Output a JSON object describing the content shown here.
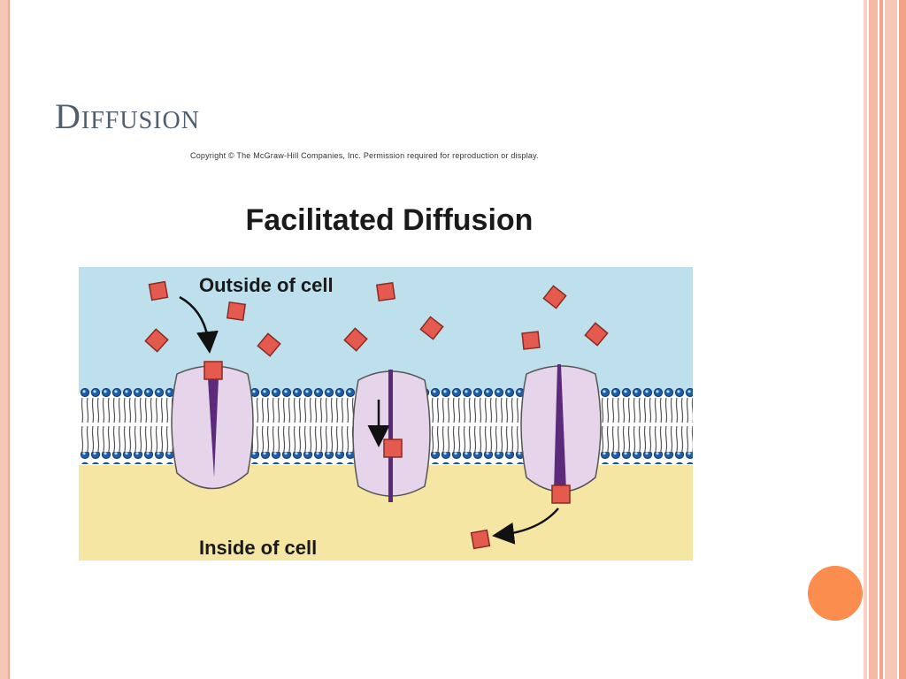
{
  "slide": {
    "title": "Diffusion",
    "copyright": "Copyright © The McGraw-Hill Companies, Inc. Permission required for reproduction or display."
  },
  "figure": {
    "heading": "Facilitated Diffusion",
    "outside_label": "Outside of cell",
    "inside_label": "Inside of cell"
  },
  "colors": {
    "outside": "#bde0ec",
    "inside": "#f5e6a3",
    "protein": "#e6d4ea",
    "molecule": "#e45a4f",
    "accent_dot": "#fb8d4f",
    "title": "#4f5f70"
  }
}
